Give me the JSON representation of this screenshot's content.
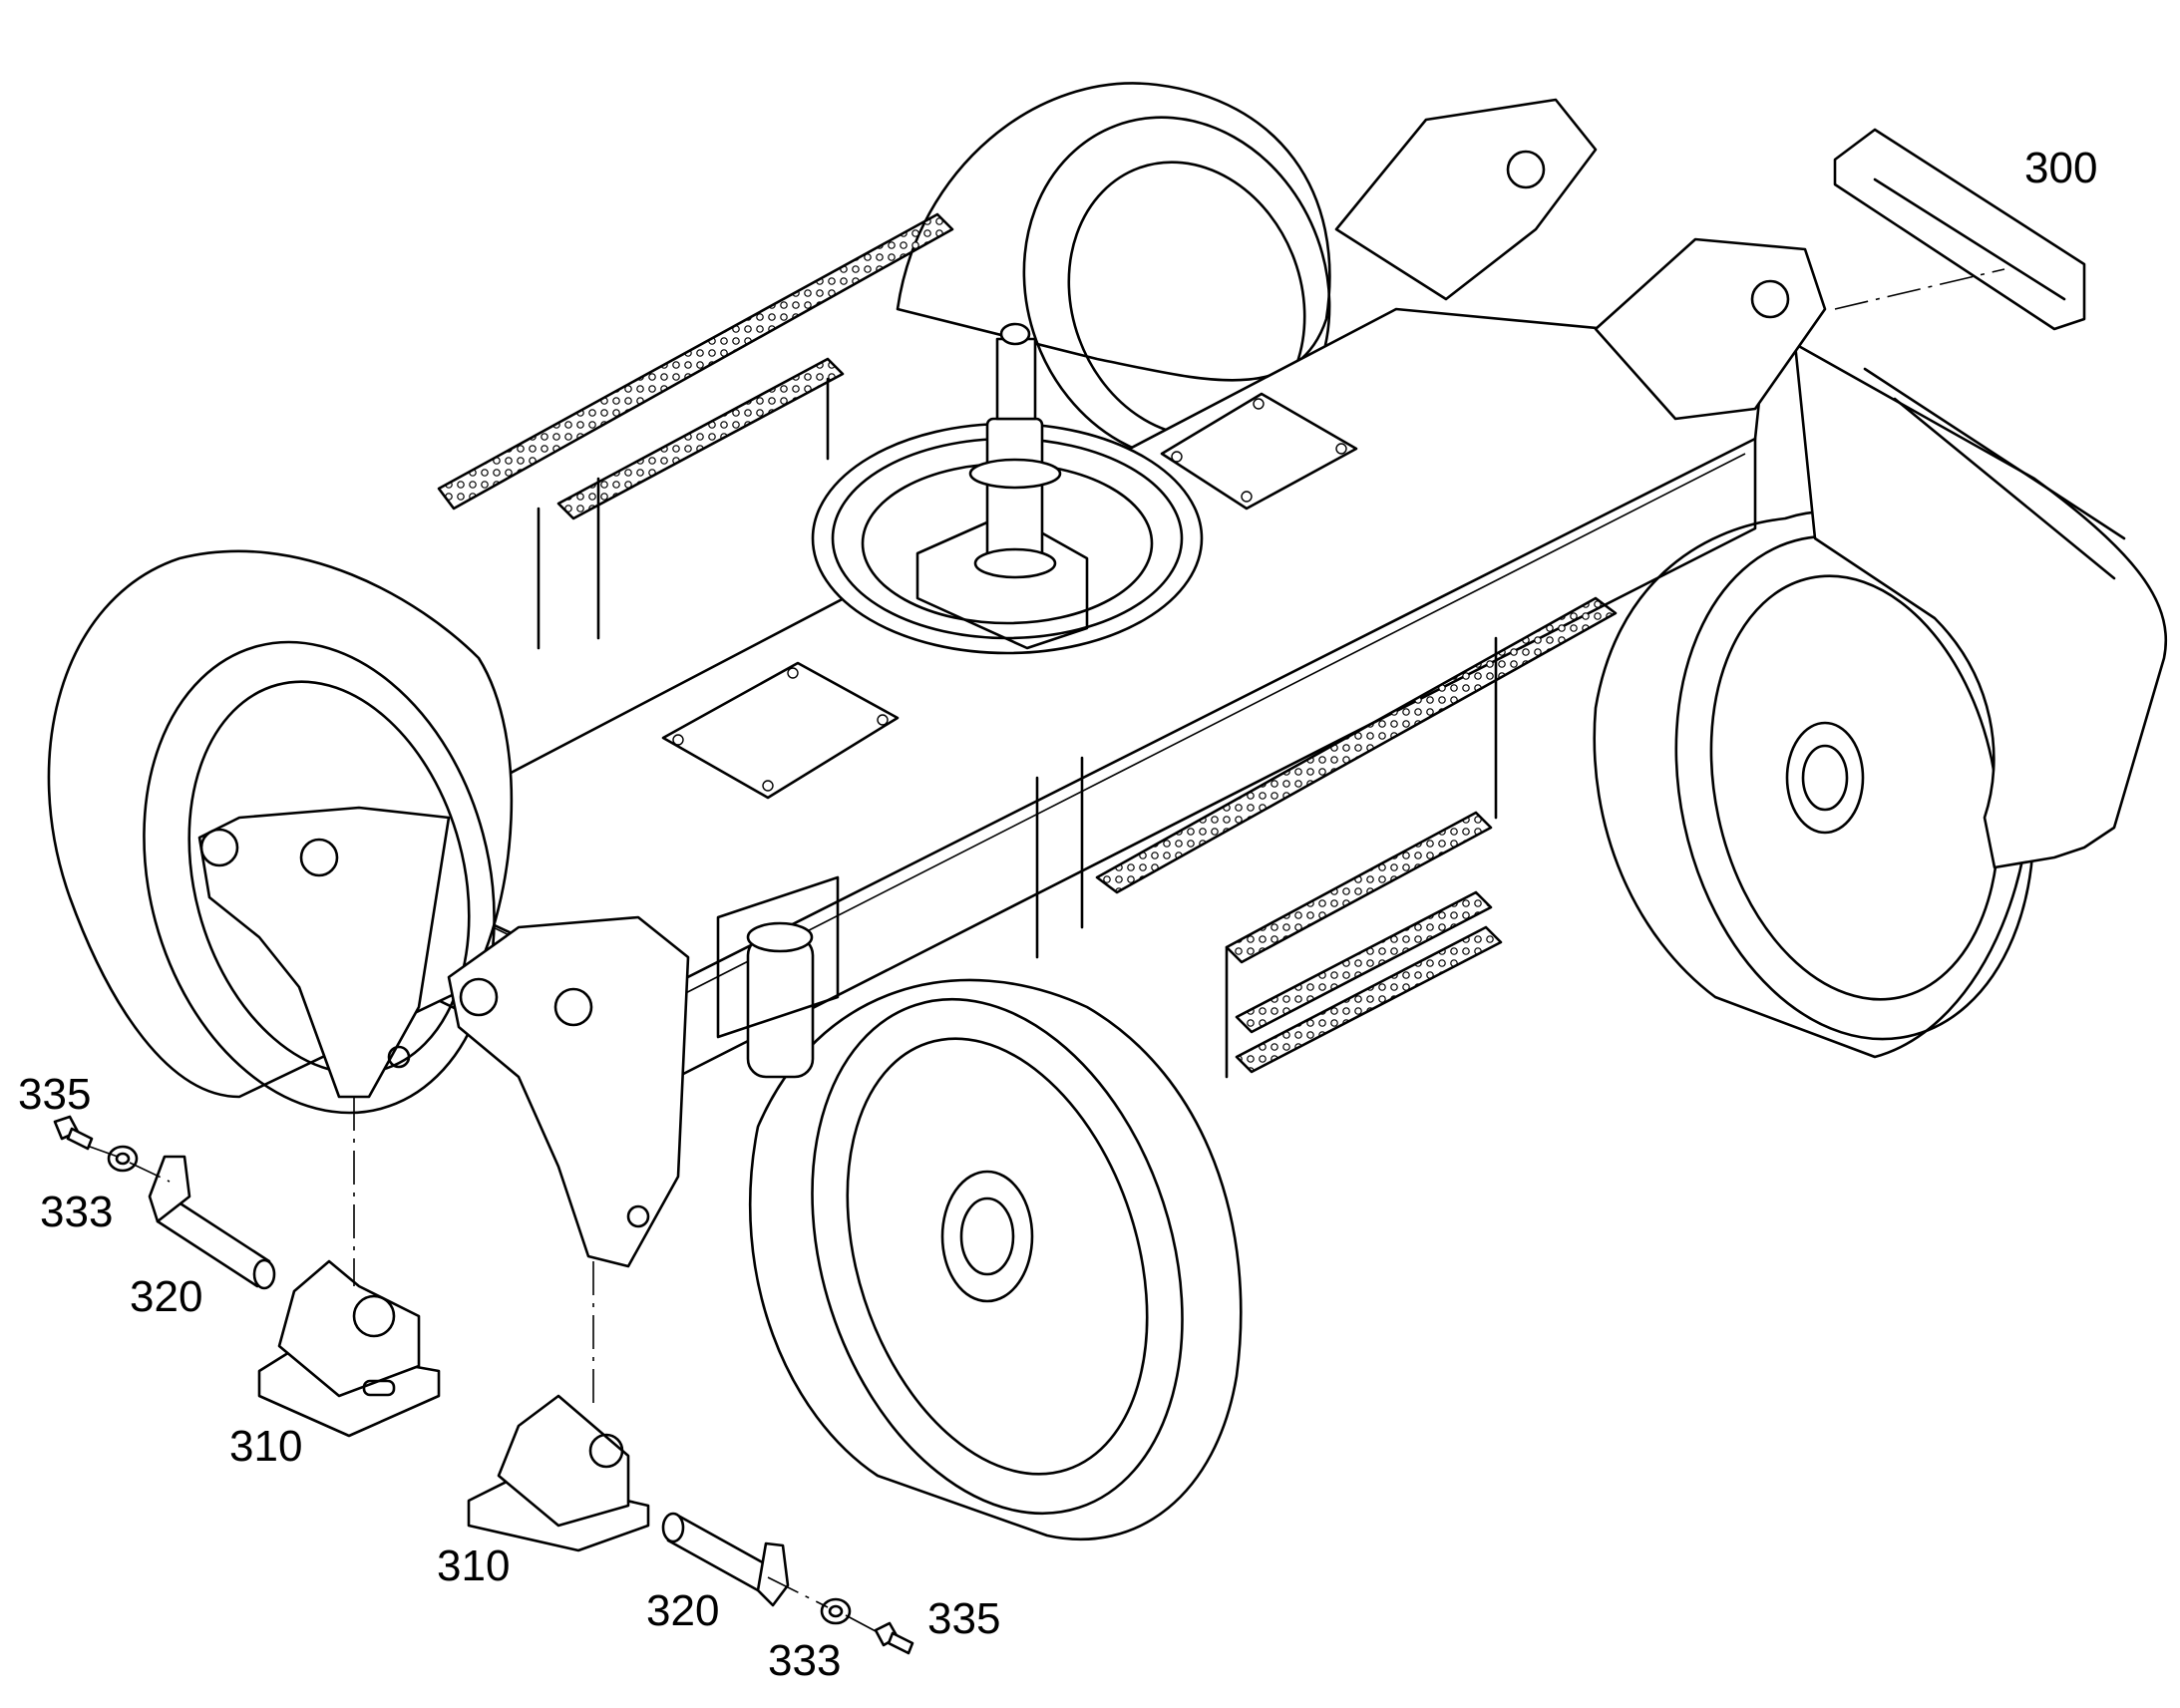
{
  "callouts": {
    "c300": "300",
    "c310_left": "310",
    "c310_right": "310",
    "c320_left": "320",
    "c320_right": "320",
    "c333_left": "333",
    "c333_right": "333",
    "c335_left": "335",
    "c335_right": "335"
  }
}
